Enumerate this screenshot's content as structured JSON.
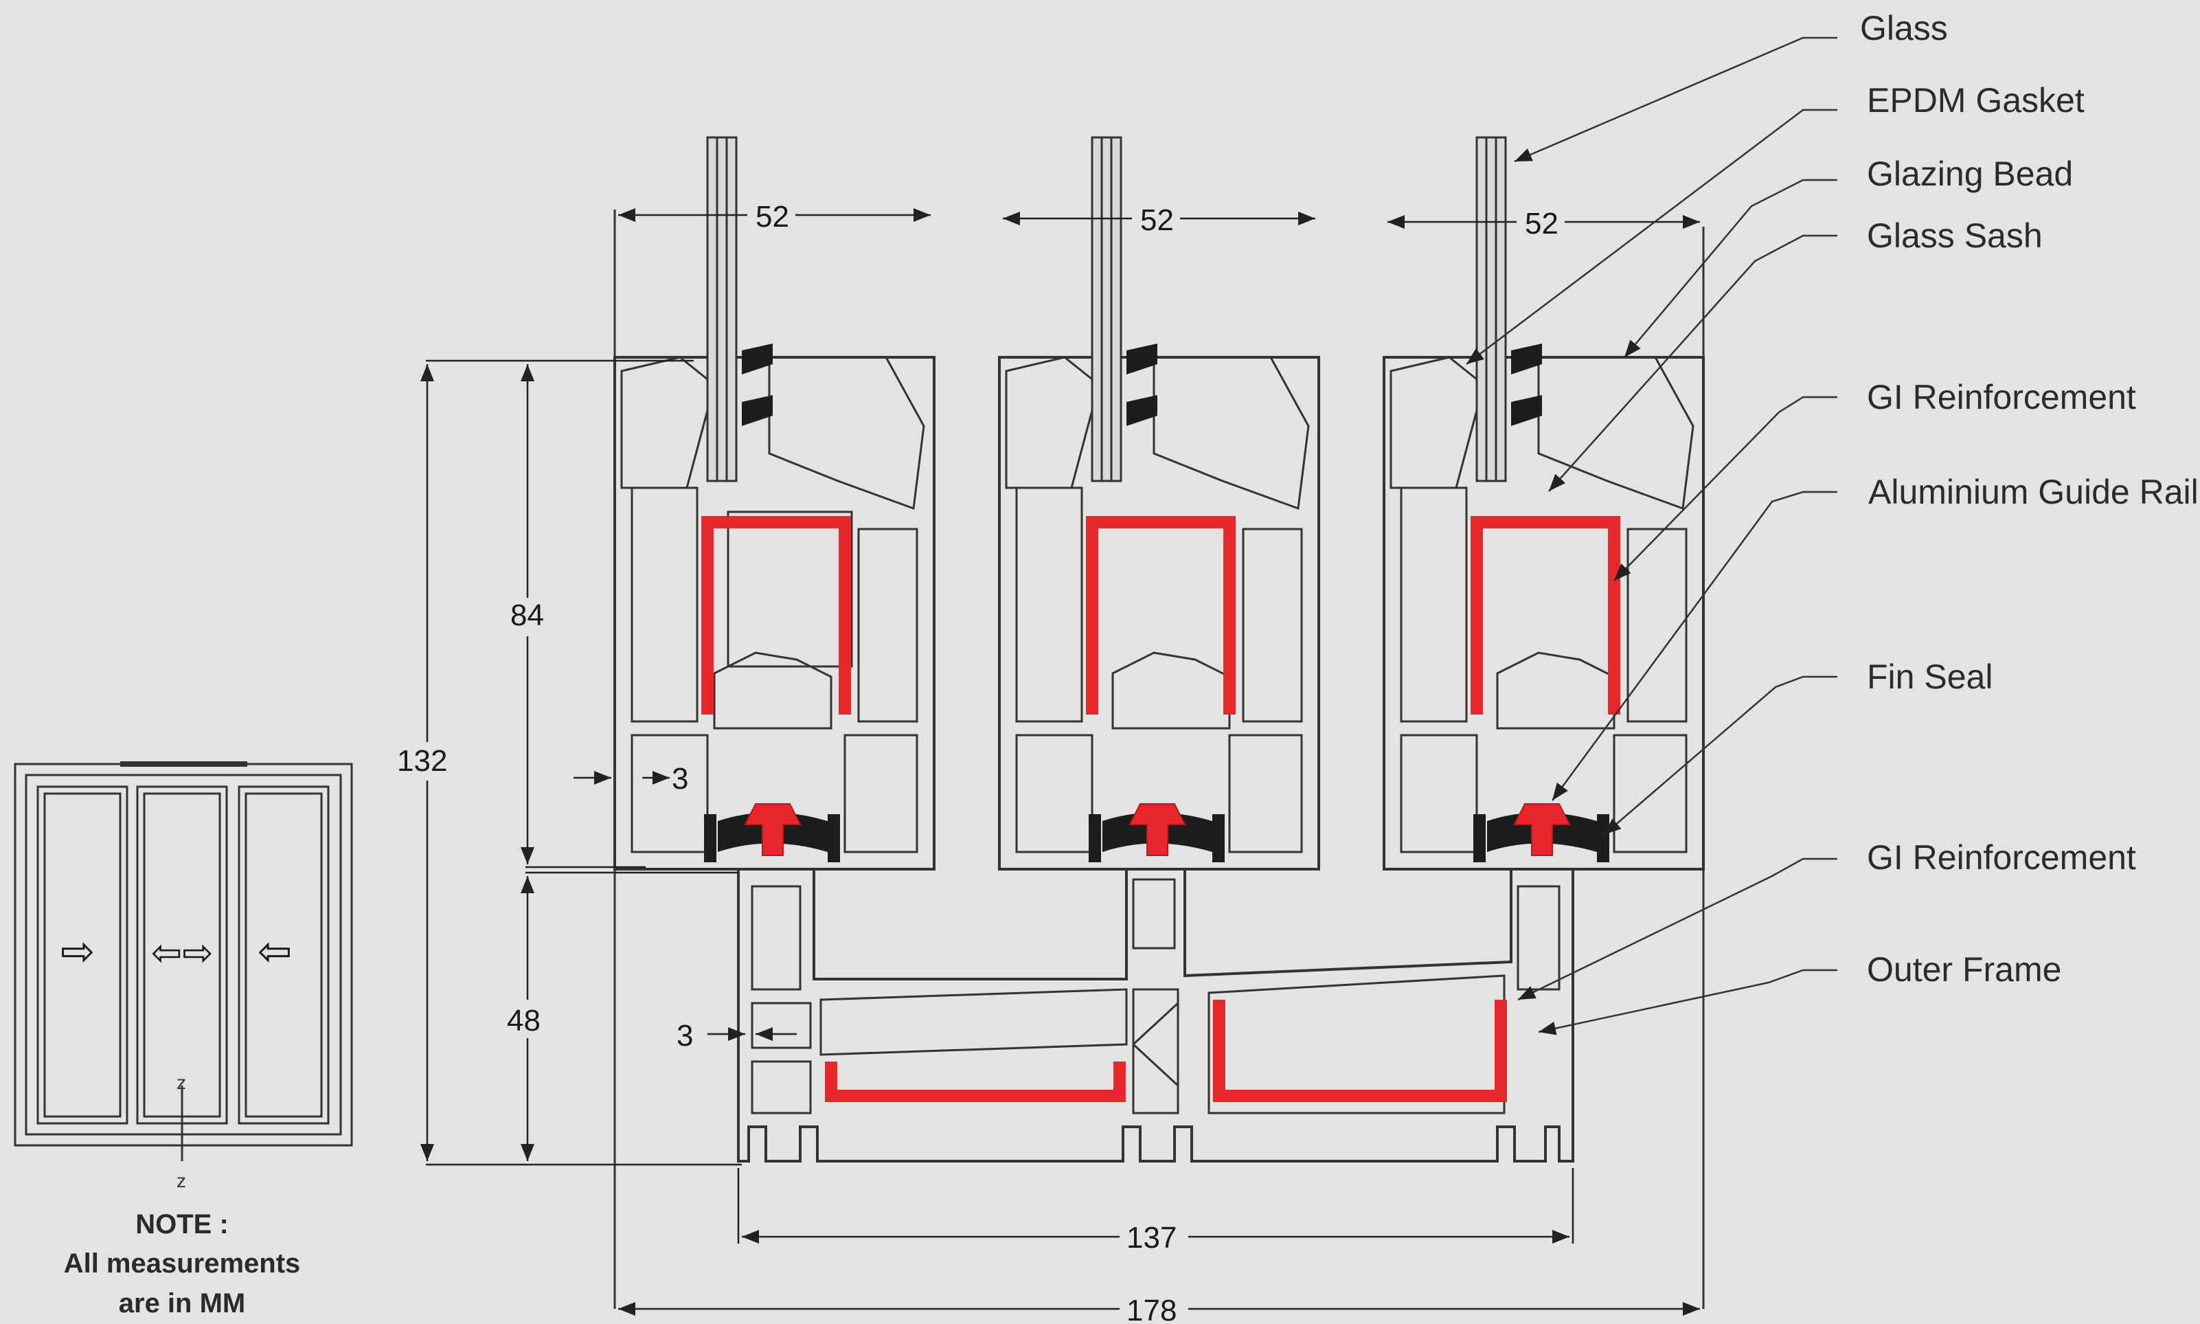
{
  "colors": {
    "background": "#e3e3e1",
    "outline": "#333333",
    "reinforcement": "#e8272c",
    "gasket": "#1d1d1d"
  },
  "callouts": [
    {
      "id": "glass",
      "label": "Glass"
    },
    {
      "id": "epdm-gasket",
      "label": "EPDM Gasket"
    },
    {
      "id": "glazing-bead",
      "label": "Glazing Bead"
    },
    {
      "id": "glass-sash",
      "label": "Glass Sash"
    },
    {
      "id": "gi-reinforcement-sash",
      "label": "GI Reinforcement"
    },
    {
      "id": "aluminium-guide-rail",
      "label": "Aluminium Guide Rail"
    },
    {
      "id": "fin-seal",
      "label": "Fin Seal"
    },
    {
      "id": "gi-reinforcement-frame",
      "label": "GI Reinforcement"
    },
    {
      "id": "outer-frame",
      "label": "Outer Frame"
    }
  ],
  "dimensions": {
    "sash_width_1": "52",
    "sash_width_2": "52",
    "sash_width_3": "52",
    "sash_height": "84",
    "total_height": "132",
    "frame_height": "48",
    "gap_upper": "3",
    "gap_lower": "3",
    "inner_width": "137",
    "total_width": "178"
  },
  "thumbnail": {
    "arrows": [
      "⇨",
      "⇦⇨",
      "⇦"
    ],
    "axis_top": "z",
    "axis_bottom": "z"
  },
  "note": {
    "line1": "NOTE :",
    "line2": "All measurements",
    "line3": "are in MM"
  }
}
